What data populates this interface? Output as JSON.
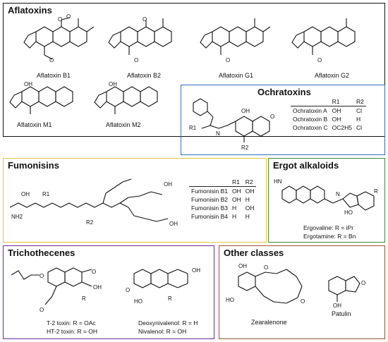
{
  "colors": {
    "aflatoxins": "#111111",
    "ochratoxins": "#2f6fbf",
    "fumonisins": "#e3c440",
    "ergot": "#3d8a35",
    "trichothecenes": "#6c2a9e",
    "other": "#a0522d"
  },
  "aflatoxins": {
    "title": "Aflatoxins",
    "compounds": [
      "Aflatoxin B1",
      "Aflatoxin B2",
      "Aflatoxin G1",
      "Aflatoxin G2",
      "Aflatoxin M1",
      "Aflatoxin M2"
    ]
  },
  "ochratoxins": {
    "title": "Ochratoxins",
    "table": {
      "head": [
        "",
        "R1",
        "R2"
      ],
      "rows": [
        [
          "Ochratoxin A",
          "OH",
          "Cl"
        ],
        [
          "Ochratoxin B",
          "OH",
          "H"
        ],
        [
          "Ochratoxin C",
          "OC2H5",
          "Cl"
        ]
      ]
    }
  },
  "fumonisins": {
    "title": "Fumonisins",
    "table": {
      "head": [
        "",
        "R1",
        "R2"
      ],
      "rows": [
        [
          "Fumonisin B1",
          "OH",
          "OH"
        ],
        [
          "Fumonisin B2",
          "OH",
          "H"
        ],
        [
          "Fumonisin B3",
          "H",
          "OH"
        ],
        [
          "Fumonisin B4",
          "H",
          "H"
        ]
      ]
    }
  },
  "ergot": {
    "title": "Ergot alkaloids",
    "captions": [
      "Ergovaline: R = iPr",
      "Ergotamine: R = Bn"
    ]
  },
  "trichothecenes": {
    "title": "Trichothecenes",
    "captions_left": [
      "T-2 toxin: R = OAc",
      "HT-2 toxin: R = OH"
    ],
    "captions_right": [
      "Deoxynivalenol: R = H",
      "Nivalenol: R = OH"
    ]
  },
  "other": {
    "title": "Other classes",
    "compounds": [
      "Zearalenone",
      "Patulin"
    ]
  }
}
